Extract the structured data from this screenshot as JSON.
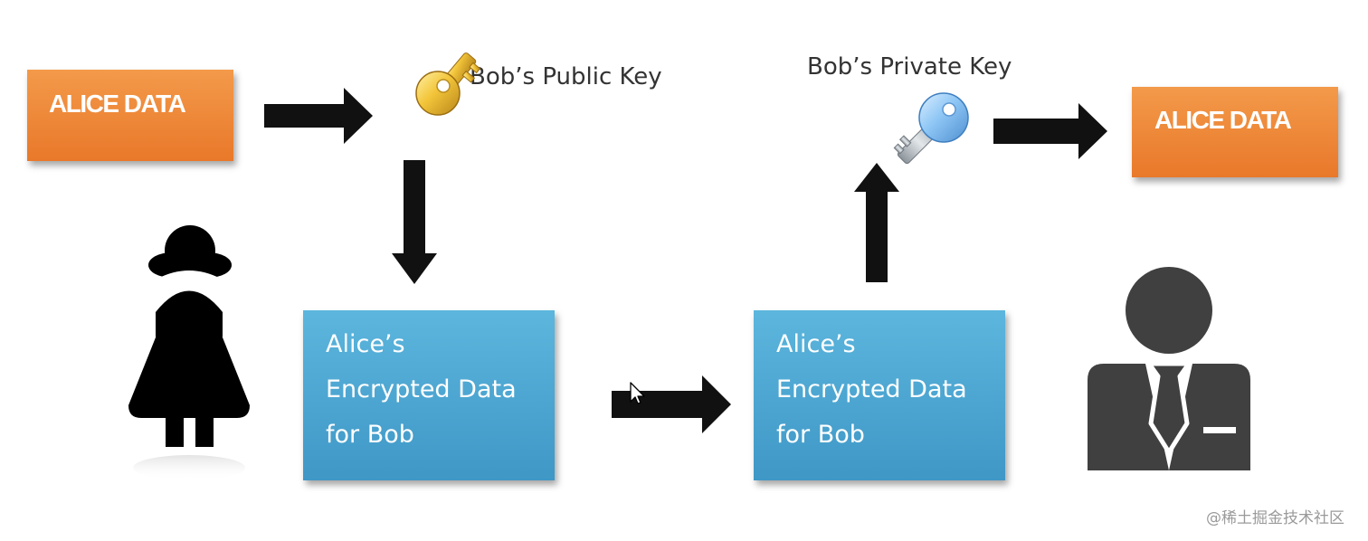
{
  "left_data_box": {
    "label": "ALICE DATA",
    "color": "#ee8532"
  },
  "right_data_box": {
    "label": "ALICE DATA",
    "color": "#ee8532"
  },
  "public_key": {
    "label": "Bob’s Public Key",
    "icon": "gold-key-icon"
  },
  "private_key": {
    "label": "Bob’s Private Key",
    "icon": "blue-key-icon"
  },
  "encrypted_left": {
    "lines": [
      "Alice’s",
      "Encrypted Data",
      "for Bob"
    ],
    "color": "#4aa6d2"
  },
  "encrypted_right": {
    "lines": [
      "Alice’s",
      "Encrypted Data",
      "for Bob"
    ],
    "color": "#4aa6d2"
  },
  "people": {
    "sender_icon": "woman-icon",
    "receiver_icon": "businessman-icon"
  },
  "watermark": "@稀土掘金技术社区"
}
